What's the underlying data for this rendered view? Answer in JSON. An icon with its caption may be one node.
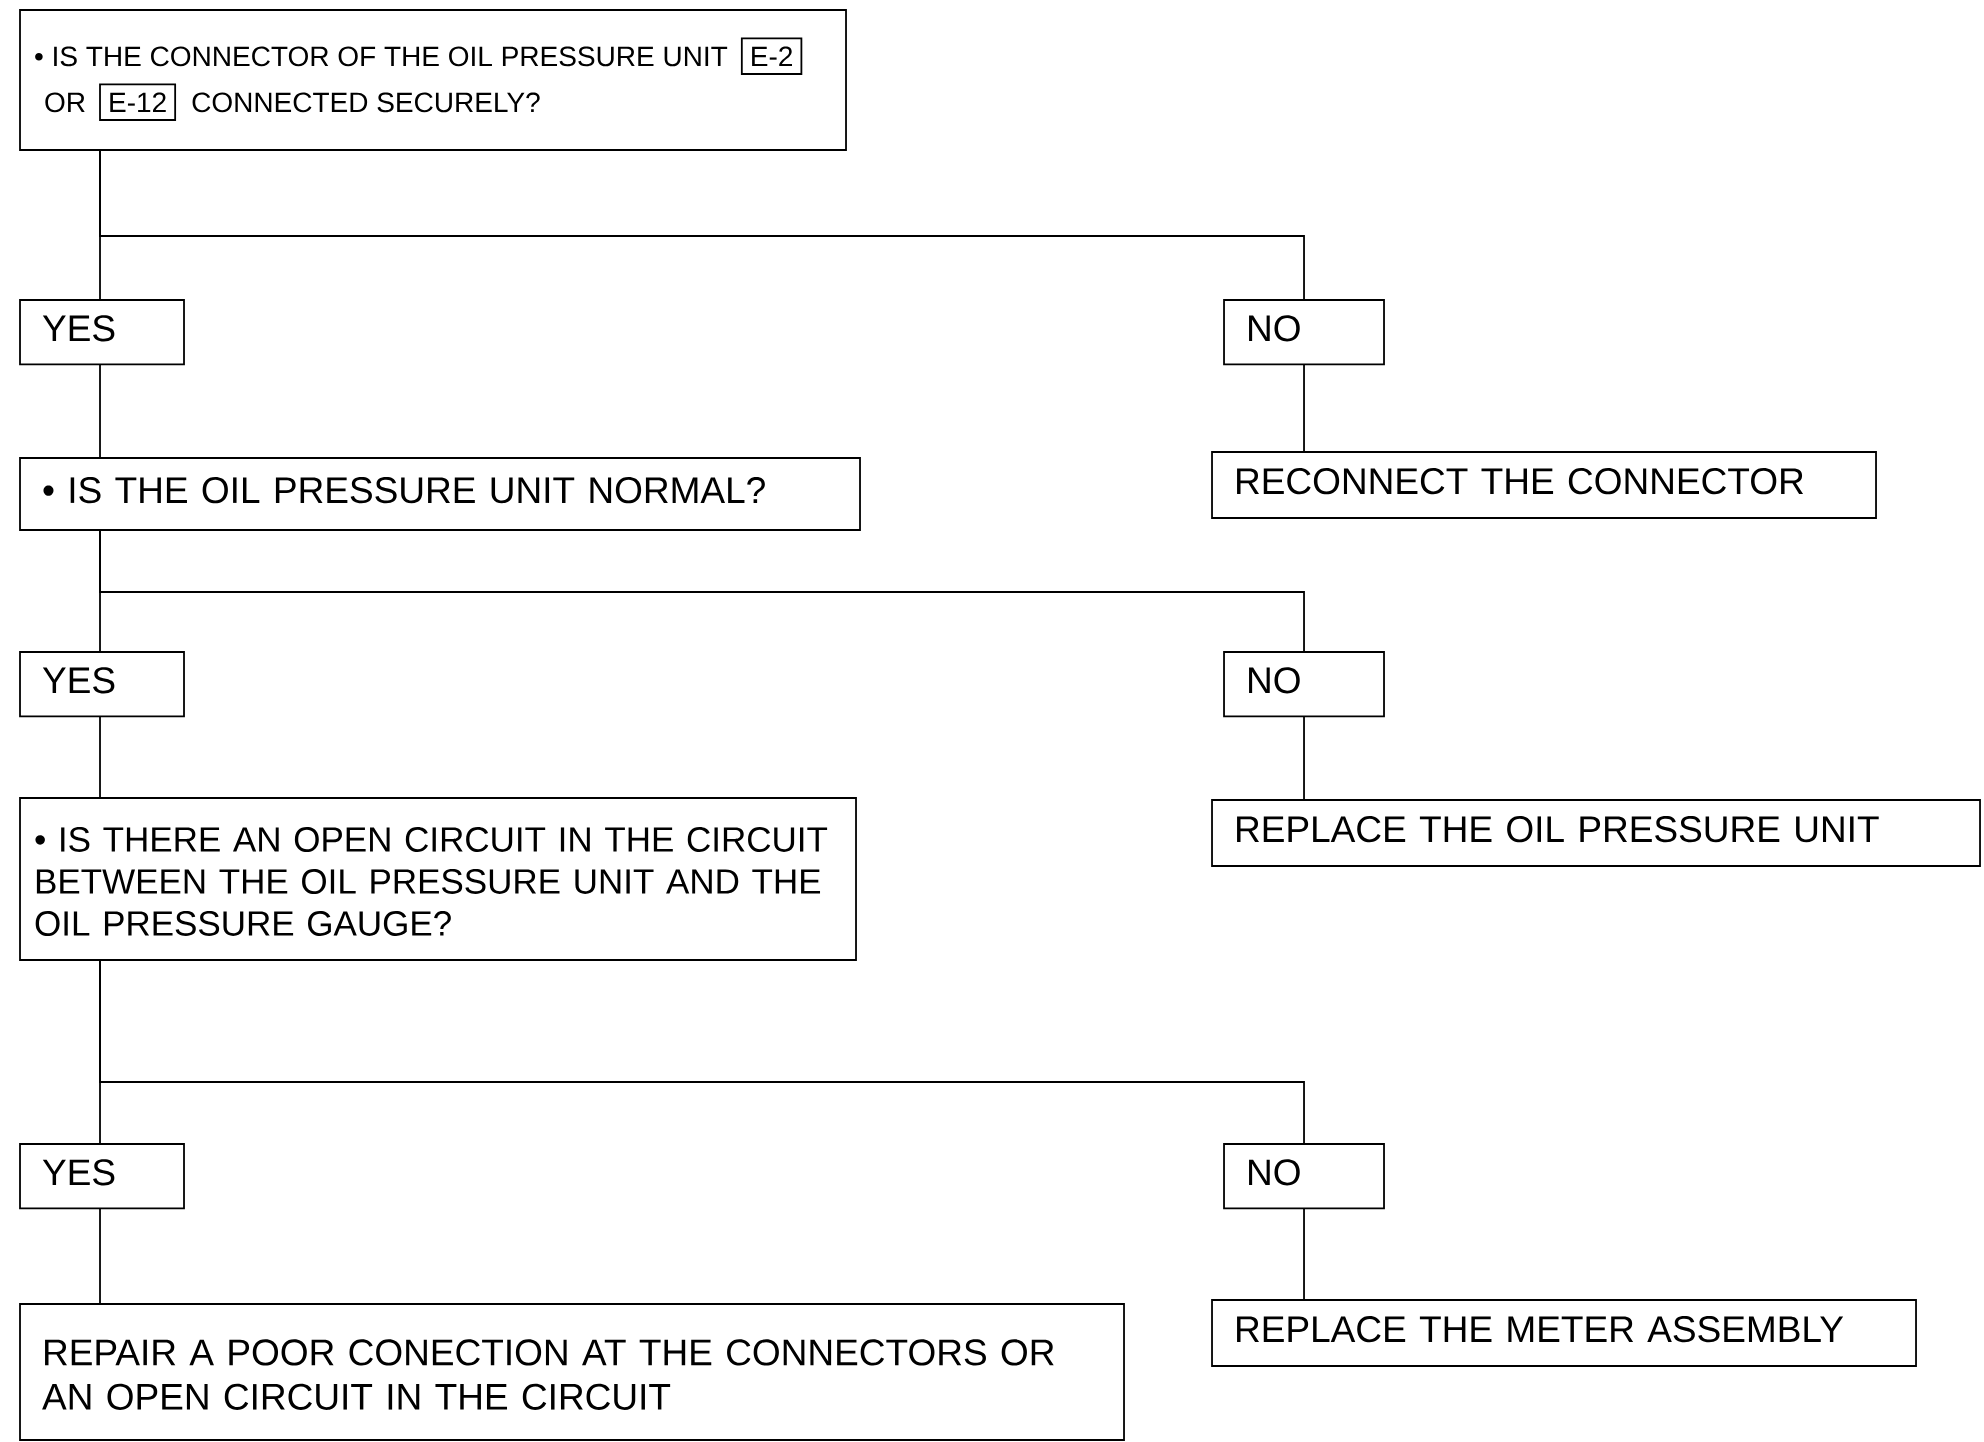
{
  "diagram": {
    "nodes": [
      {
        "text": [
          "• IS THE CONNECTOR OF THE OIL PRESSURE UNIT",
          "OR",
          "CONNECTED SECURELY?"
        ]
      },
      {
        "text": [
          "E-2"
        ],
        "in": 0
      },
      {
        "text": [
          "E-12"
        ],
        "in": 0
      },
      {
        "text": [
          "YES"
        ]
      },
      {
        "text": [
          "NO"
        ]
      },
      {
        "text": [
          "• IS THE OIL PRESSURE UNIT NORMAL?"
        ]
      },
      {
        "text": [
          "RECONNECT THE CONNECTOR"
        ]
      },
      {
        "text": [
          "YES"
        ]
      },
      {
        "text": [
          "NO"
        ]
      },
      {
        "text": [
          "• IS THERE AN OPEN CIRCUIT IN THE CIRCUIT BETWEEN THE OIL PRESSURE UNIT AND THE OIL PRESSURE GAUGE?"
        ]
      },
      {
        "text": [
          "REPLACE THE OIL PRESSURE UNIT"
        ]
      },
      {
        "text": [
          "YES"
        ]
      },
      {
        "text": [
          "NO"
        ]
      },
      {
        "text": [
          "REPAIR A POOR CONECTION AT THE CONNECTORS OR AN OPEN CIRCUIT IN THE CIRCUIT"
        ]
      },
      {
        "text": [
          "REPLACE THE METER ASSEMBLY"
        ]
      }
    ],
    "edges": [
      {
        "from": 0,
        "to": 3,
        "arrow": "none"
      },
      {
        "from": 0,
        "to": 4,
        "arrow": "none"
      },
      {
        "from": 3,
        "to": 5,
        "arrow": "none"
      },
      {
        "from": 4,
        "to": 6,
        "arrow": "none"
      },
      {
        "from": 5,
        "to": 7,
        "arrow": "none"
      },
      {
        "from": 5,
        "to": 8,
        "arrow": "none"
      },
      {
        "from": 7,
        "to": 9,
        "arrow": "none"
      },
      {
        "from": 8,
        "to": 10,
        "arrow": "none"
      },
      {
        "from": 9,
        "to": 11,
        "arrow": "none"
      },
      {
        "from": 9,
        "to": 12,
        "arrow": "none"
      },
      {
        "from": 11,
        "to": 13,
        "arrow": "none"
      },
      {
        "from": 12,
        "to": 14,
        "arrow": "none"
      }
    ]
  }
}
